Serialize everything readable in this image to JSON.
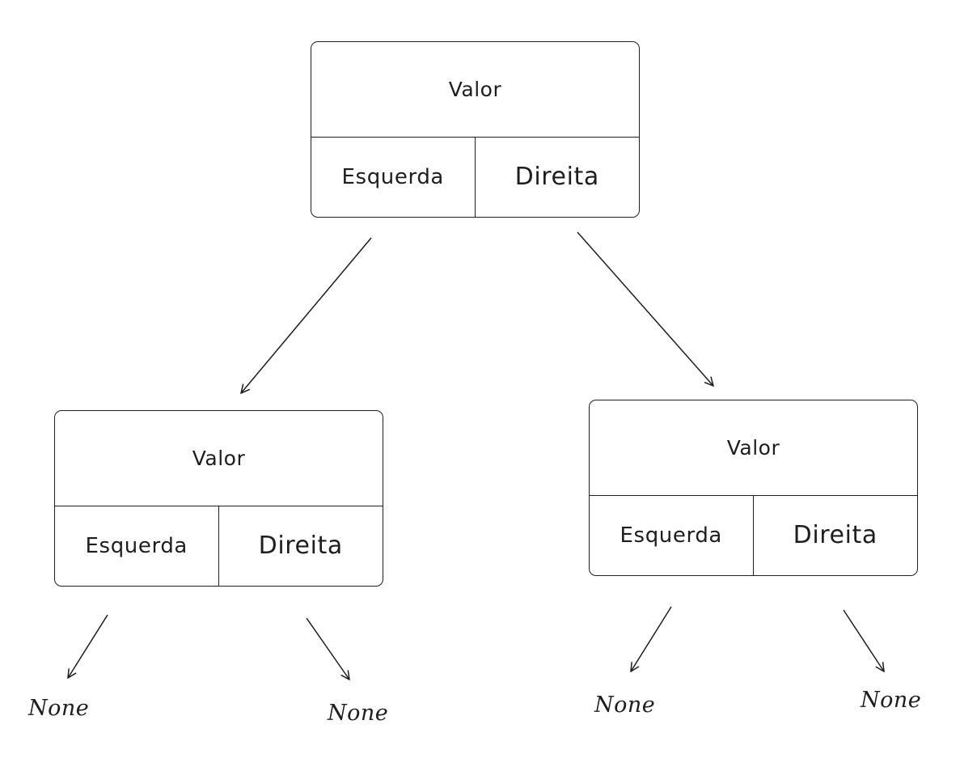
{
  "nodes": [
    {
      "value_label": "Valor",
      "left_label": "Esquerda",
      "right_label": "Direita"
    },
    {
      "value_label": "Valor",
      "left_label": "Esquerda",
      "right_label": "Direita"
    },
    {
      "value_label": "Valor",
      "left_label": "Esquerda",
      "right_label": "Direita"
    }
  ],
  "leaves": [
    "None",
    "None",
    "None",
    "None"
  ],
  "colors": {
    "stroke": "#1e1e1e",
    "background": "#ffffff"
  }
}
